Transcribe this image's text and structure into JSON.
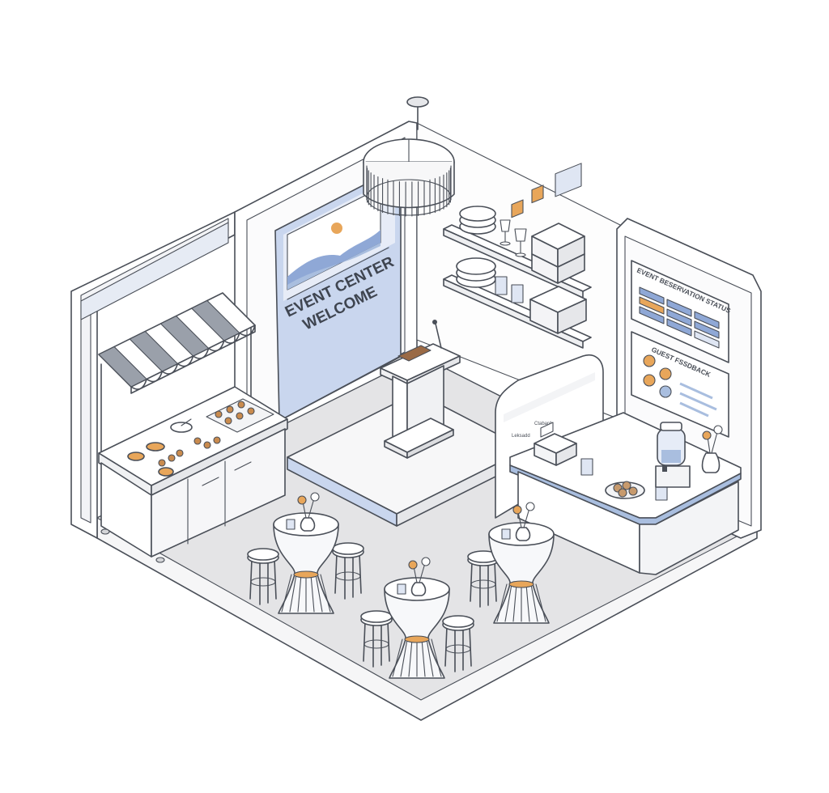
{
  "welcome_banner": {
    "line1": "EVENT CENTER",
    "line2": "WELCOME"
  },
  "reservation_board": {
    "title": "EVENT BESERVATION STATUS"
  },
  "feedback_board": {
    "title": "GUEST FSSDBACK"
  },
  "kiosk": {
    "label_left": "Leksadd",
    "label_right": "Ctabard"
  },
  "colors": {
    "accent_blue": "#a9bedf",
    "accent_orange": "#e8a65a",
    "floor": "#e7e7e9",
    "line": "#4a4f58"
  },
  "icons": [
    "chandelier-icon",
    "podium-icon",
    "microphone-icon",
    "awning-icon",
    "flower-vase-icon",
    "smiley-icon",
    "water-dispenser-icon",
    "cash-register-icon"
  ]
}
